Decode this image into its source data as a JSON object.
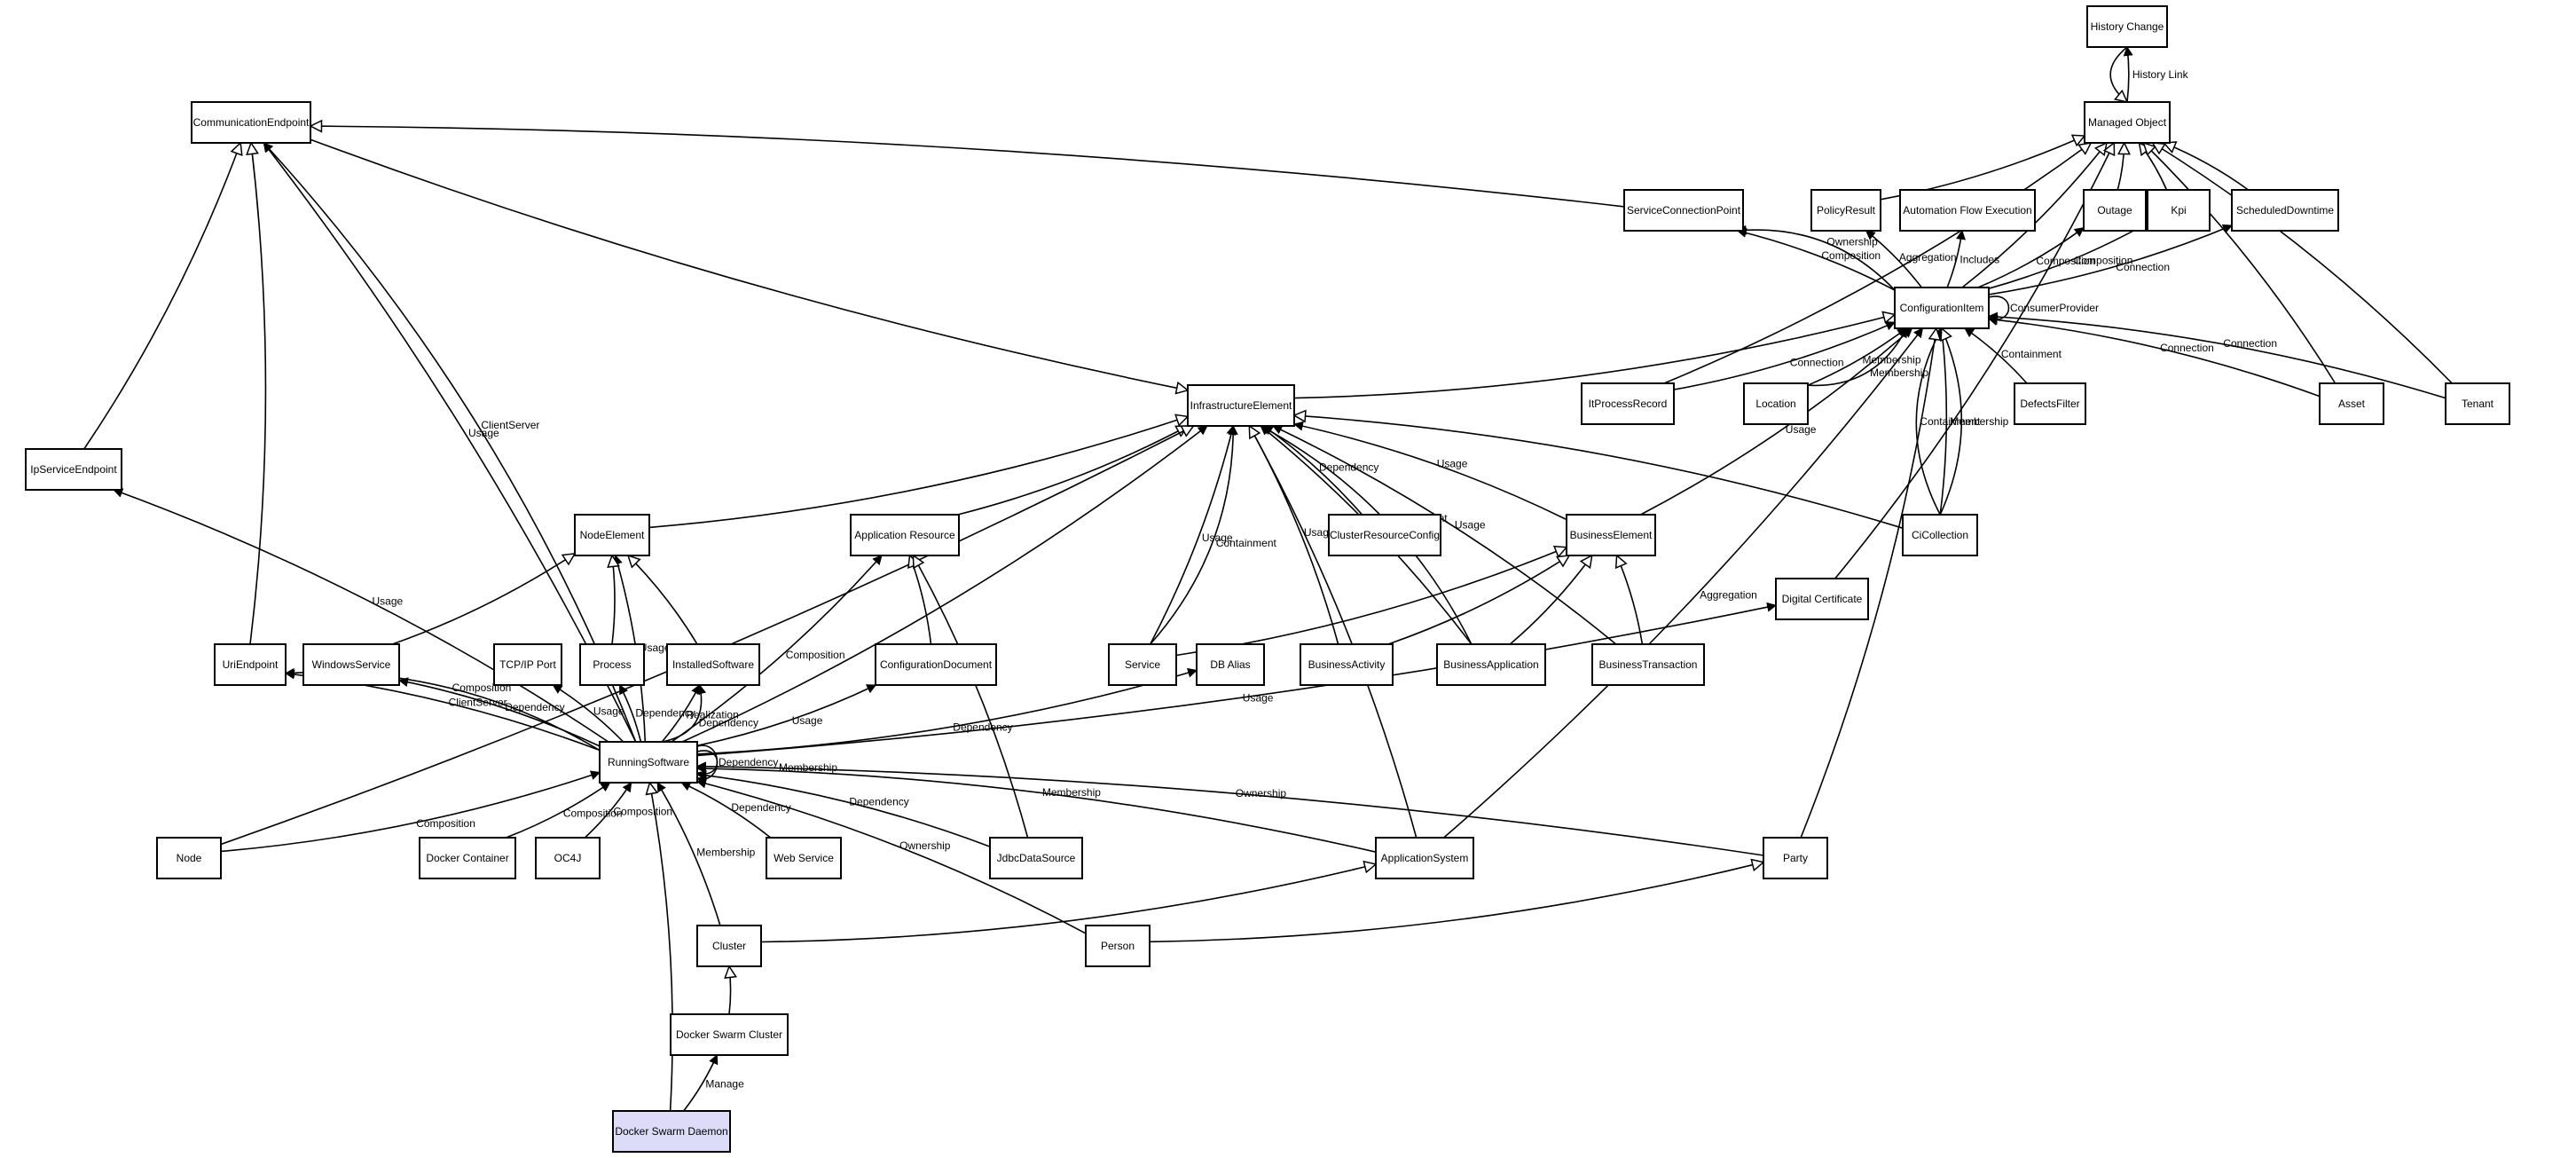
{
  "colors": {
    "node_fill": "#ffffff",
    "highlight_fill": "#dcdcf8",
    "stroke": "#000000"
  },
  "nodes": [
    {
      "id": "history_change",
      "label": "History Change"
    },
    {
      "id": "managed_object",
      "label": "Managed Object"
    },
    {
      "id": "communication_endpoint",
      "label": "CommunicationEndpoint"
    },
    {
      "id": "service_connection_point",
      "label": "ServiceConnectionPoint"
    },
    {
      "id": "policy_result",
      "label": "PolicyResult"
    },
    {
      "id": "automation_flow_execution",
      "label": "Automation Flow Execution"
    },
    {
      "id": "outage",
      "label": "Outage"
    },
    {
      "id": "kpi",
      "label": "Kpi"
    },
    {
      "id": "scheduled_downtime",
      "label": "ScheduledDowntime"
    },
    {
      "id": "configuration_item",
      "label": "ConfigurationItem"
    },
    {
      "id": "infrastructure_element",
      "label": "InfrastructureElement"
    },
    {
      "id": "itprocess_record",
      "label": "ItProcessRecord"
    },
    {
      "id": "location",
      "label": "Location"
    },
    {
      "id": "defects_filter",
      "label": "DefectsFilter"
    },
    {
      "id": "asset",
      "label": "Asset"
    },
    {
      "id": "tenant",
      "label": "Tenant"
    },
    {
      "id": "ip_service_endpoint",
      "label": "IpServiceEndpoint"
    },
    {
      "id": "node_element",
      "label": "NodeElement"
    },
    {
      "id": "application_resource",
      "label": "Application Resource"
    },
    {
      "id": "cluster_resource_config",
      "label": "ClusterResourceConfig"
    },
    {
      "id": "business_element",
      "label": "BusinessElement"
    },
    {
      "id": "ci_collection",
      "label": "CiCollection"
    },
    {
      "id": "digital_certificate",
      "label": "Digital Certificate"
    },
    {
      "id": "uri_endpoint",
      "label": "UriEndpoint"
    },
    {
      "id": "windows_service",
      "label": "WindowsService"
    },
    {
      "id": "tcpip_port",
      "label": "TCP/IP Port"
    },
    {
      "id": "process",
      "label": "Process"
    },
    {
      "id": "installed_software",
      "label": "InstalledSoftware"
    },
    {
      "id": "configuration_document",
      "label": "ConfigurationDocument"
    },
    {
      "id": "service",
      "label": "Service"
    },
    {
      "id": "db_alias",
      "label": "DB Alias"
    },
    {
      "id": "business_activity",
      "label": "BusinessActivity"
    },
    {
      "id": "business_application",
      "label": "BusinessApplication"
    },
    {
      "id": "business_transaction",
      "label": "BusinessTransaction"
    },
    {
      "id": "running_software",
      "label": "RunningSoftware"
    },
    {
      "id": "node",
      "label": "Node"
    },
    {
      "id": "docker_container",
      "label": "Docker Container"
    },
    {
      "id": "oc4j",
      "label": "OC4J"
    },
    {
      "id": "web_service",
      "label": "Web Service"
    },
    {
      "id": "jdbc_data_source",
      "label": "JdbcDataSource"
    },
    {
      "id": "application_system",
      "label": "ApplicationSystem"
    },
    {
      "id": "party",
      "label": "Party"
    },
    {
      "id": "cluster",
      "label": "Cluster"
    },
    {
      "id": "person",
      "label": "Person"
    },
    {
      "id": "docker_swarm_cluster",
      "label": "Docker Swarm Cluster"
    },
    {
      "id": "docker_swarm_daemon",
      "label": "Docker Swarm Daemon",
      "highlighted": true
    }
  ],
  "edges": [
    {
      "from": "managed_object",
      "to": "history_change",
      "label": "History Link",
      "arrow": "filled"
    },
    {
      "from": "history_change",
      "to": "managed_object",
      "label": "",
      "arrow": "hollow"
    },
    {
      "from": "policy_result",
      "to": "managed_object",
      "label": "",
      "arrow": "hollow"
    },
    {
      "from": "outage",
      "to": "managed_object",
      "label": "",
      "arrow": "hollow"
    },
    {
      "from": "kpi",
      "to": "managed_object",
      "label": "",
      "arrow": "hollow"
    },
    {
      "from": "scheduled_downtime",
      "to": "managed_object",
      "label": "",
      "arrow": "hollow"
    },
    {
      "from": "configuration_item",
      "to": "managed_object",
      "label": "",
      "arrow": "hollow"
    },
    {
      "from": "itprocess_record",
      "to": "managed_object",
      "label": "",
      "arrow": "hollow"
    },
    {
      "from": "asset",
      "to": "managed_object",
      "label": "",
      "arrow": "hollow"
    },
    {
      "from": "tenant",
      "to": "managed_object",
      "label": "",
      "arrow": "hollow"
    },
    {
      "from": "digital_certificate",
      "to": "managed_object",
      "label": "",
      "arrow": "hollow"
    },
    {
      "from": "service_connection_point",
      "to": "communication_endpoint",
      "label": "",
      "arrow": "hollow"
    },
    {
      "from": "communication_endpoint",
      "to": "infrastructure_element",
      "label": "",
      "arrow": "hollow"
    },
    {
      "from": "ip_service_endpoint",
      "to": "communication_endpoint",
      "label": "",
      "arrow": "hollow"
    },
    {
      "from": "uri_endpoint",
      "to": "communication_endpoint",
      "label": "",
      "arrow": "hollow"
    },
    {
      "from": "configuration_item",
      "to": "service_connection_point",
      "label": "Composition",
      "arrow": "filled"
    },
    {
      "from": "configuration_item",
      "to": "service_connection_point",
      "label": "Ownership",
      "arrow": "filled"
    },
    {
      "from": "configuration_item",
      "to": "policy_result",
      "label": "Aggregation",
      "arrow": "filled"
    },
    {
      "from": "configuration_item",
      "to": "automation_flow_execution",
      "label": "Includes",
      "arrow": "filled"
    },
    {
      "from": "configuration_item",
      "to": "outage",
      "label": "Composition",
      "arrow": "filled"
    },
    {
      "from": "configuration_item",
      "to": "kpi",
      "label": "Composition",
      "arrow": "filled"
    },
    {
      "from": "configuration_item",
      "to": "scheduled_downtime",
      "label": "Connection",
      "arrow": "filled"
    },
    {
      "from": "configuration_item",
      "to": "configuration_item",
      "label": "ConsumerProvider",
      "arrow": "filled"
    },
    {
      "from": "itprocess_record",
      "to": "configuration_item",
      "label": "Connection",
      "arrow": "filled"
    },
    {
      "from": "location",
      "to": "configuration_item",
      "label": "Membership",
      "arrow": "filled"
    },
    {
      "from": "location",
      "to": "configuration_item",
      "label": "Membership",
      "arrow": "filled"
    },
    {
      "from": "defects_filter",
      "to": "configuration_item",
      "label": "Containment",
      "arrow": "filled"
    },
    {
      "from": "asset",
      "to": "configuration_item",
      "label": "Connection",
      "arrow": "filled"
    },
    {
      "from": "tenant",
      "to": "configuration_item",
      "label": "Connection",
      "arrow": "filled"
    },
    {
      "from": "infrastructure_element",
      "to": "configuration_item",
      "label": "",
      "arrow": "hollow"
    },
    {
      "from": "ci_collection",
      "to": "configuration_item",
      "label": "Membership",
      "arrow": "filled"
    },
    {
      "from": "ci_collection",
      "to": "configuration_item",
      "label": "",
      "arrow": "hollow"
    },
    {
      "from": "ci_collection",
      "to": "configuration_item",
      "label": "Containment",
      "arrow": "filled"
    },
    {
      "from": "business_element",
      "to": "configuration_item",
      "label": "Usage",
      "arrow": "filled"
    },
    {
      "from": "application_system",
      "to": "configuration_item",
      "label": "Aggregation",
      "arrow": "filled"
    },
    {
      "from": "party",
      "to": "configuration_item",
      "label": "",
      "arrow": "hollow"
    },
    {
      "from": "node_element",
      "to": "infrastructure_element",
      "label": "",
      "arrow": "hollow"
    },
    {
      "from": "application_resource",
      "to": "infrastructure_element",
      "label": "",
      "arrow": "hollow"
    },
    {
      "from": "cluster_resource_config",
      "to": "infrastructure_element",
      "label": "Dependency",
      "arrow": "filled"
    },
    {
      "from": "business_element",
      "to": "infrastructure_element",
      "label": "Usage",
      "arrow": "filled"
    },
    {
      "from": "service",
      "to": "infrastructure_element",
      "label": "Usage",
      "arrow": "filled"
    },
    {
      "from": "service",
      "to": "infrastructure_element",
      "label": "Containment",
      "arrow": "filled"
    },
    {
      "from": "business_activity",
      "to": "infrastructure_element",
      "label": "Usage",
      "arrow": "filled"
    },
    {
      "from": "business_application",
      "to": "infrastructure_element",
      "label": "Usage",
      "arrow": "filled"
    },
    {
      "from": "business_application",
      "to": "infrastructure_element",
      "label": "Containment",
      "arrow": "filled"
    },
    {
      "from": "business_transaction",
      "to": "infrastructure_element",
      "label": "Usage",
      "arrow": "filled"
    },
    {
      "from": "ci_collection",
      "to": "infrastructure_element",
      "label": "",
      "arrow": "hollow"
    },
    {
      "from": "application_system",
      "to": "infrastructure_element",
      "label": "",
      "arrow": "hollow"
    },
    {
      "from": "running_software",
      "to": "infrastructure_element",
      "label": "",
      "arrow": "filled"
    },
    {
      "from": "node",
      "to": "infrastructure_element",
      "label": "",
      "arrow": "hollow"
    },
    {
      "from": "running_software",
      "to": "ip_service_endpoint",
      "label": "Usage",
      "arrow": "filled"
    },
    {
      "from": "running_software",
      "to": "communication_endpoint",
      "label": "Usage",
      "arrow": "filled"
    },
    {
      "from": "running_software",
      "to": "communication_endpoint",
      "label": "ClientServer",
      "arrow": "filled"
    },
    {
      "from": "running_software",
      "to": "uri_endpoint",
      "label": "ClientServer",
      "arrow": "filled"
    },
    {
      "from": "running_software",
      "to": "uri_endpoint",
      "label": "Composition",
      "arrow": "filled"
    },
    {
      "from": "running_software",
      "to": "windows_service",
      "label": "Dependency",
      "arrow": "filled"
    },
    {
      "from": "running_software",
      "to": "node_element",
      "label": "Usage",
      "arrow": "filled"
    },
    {
      "from": "running_software",
      "to": "tcpip_port",
      "label": "Usage",
      "arrow": "filled"
    },
    {
      "from": "running_software",
      "to": "process",
      "label": "Dependency",
      "arrow": "filled"
    },
    {
      "from": "running_software",
      "to": "installed_software",
      "label": "Realization",
      "arrow": "filled"
    },
    {
      "from": "running_software",
      "to": "installed_software",
      "label": "Dependency",
      "arrow": "filled"
    },
    {
      "from": "running_software",
      "to": "application_resource",
      "label": "Composition",
      "arrow": "filled"
    },
    {
      "from": "running_software",
      "to": "configuration_document",
      "label": "Usage",
      "arrow": "filled"
    },
    {
      "from": "running_software",
      "to": "db_alias",
      "label": "Dependency",
      "arrow": "filled"
    },
    {
      "from": "running_software",
      "to": "digital_certificate",
      "label": "Usage",
      "arrow": "filled"
    },
    {
      "from": "running_software",
      "to": "running_software",
      "label": "Dependency",
      "arrow": "filled"
    },
    {
      "from": "running_software",
      "to": "running_software",
      "label": "Membership",
      "arrow": "filled"
    },
    {
      "from": "windows_service",
      "to": "node_element",
      "label": "",
      "arrow": "hollow"
    },
    {
      "from": "process",
      "to": "node_element",
      "label": "",
      "arrow": "hollow"
    },
    {
      "from": "installed_software",
      "to": "node_element",
      "label": "",
      "arrow": "hollow"
    },
    {
      "from": "configuration_document",
      "to": "application_resource",
      "label": "",
      "arrow": "hollow"
    },
    {
      "from": "jdbc_data_source",
      "to": "application_resource",
      "label": "",
      "arrow": "hollow"
    },
    {
      "from": "service",
      "to": "business_element",
      "label": "",
      "arrow": "hollow"
    },
    {
      "from": "business_activity",
      "to": "business_element",
      "label": "",
      "arrow": "hollow"
    },
    {
      "from": "business_application",
      "to": "business_element",
      "label": "",
      "arrow": "hollow"
    },
    {
      "from": "business_transaction",
      "to": "business_element",
      "label": "",
      "arrow": "hollow"
    },
    {
      "from": "node",
      "to": "running_software",
      "label": "Composition",
      "arrow": "filled"
    },
    {
      "from": "docker_container",
      "to": "running_software",
      "label": "Composition",
      "arrow": "filled"
    },
    {
      "from": "oc4j",
      "to": "running_software",
      "label": "Composition",
      "arrow": "filled"
    },
    {
      "from": "web_service",
      "to": "running_software",
      "label": "Dependency",
      "arrow": "filled"
    },
    {
      "from": "jdbc_data_source",
      "to": "running_software",
      "label": "Dependency",
      "arrow": "filled"
    },
    {
      "from": "application_system",
      "to": "running_software",
      "label": "Membership",
      "arrow": "filled"
    },
    {
      "from": "party",
      "to": "running_software",
      "label": "Ownership",
      "arrow": "filled"
    },
    {
      "from": "person",
      "to": "running_software",
      "label": "Ownership",
      "arrow": "filled"
    },
    {
      "from": "cluster",
      "to": "running_software",
      "label": "Membership",
      "arrow": "filled"
    },
    {
      "from": "docker_swarm_daemon",
      "to": "running_software",
      "label": "",
      "arrow": "hollow"
    },
    {
      "from": "cluster",
      "to": "application_system",
      "label": "",
      "arrow": "hollow"
    },
    {
      "from": "person",
      "to": "party",
      "label": "",
      "arrow": "hollow"
    },
    {
      "from": "docker_swarm_cluster",
      "to": "cluster",
      "label": "",
      "arrow": "hollow"
    },
    {
      "from": "docker_swarm_daemon",
      "to": "docker_swarm_cluster",
      "label": "Manage",
      "arrow": "filled"
    }
  ]
}
